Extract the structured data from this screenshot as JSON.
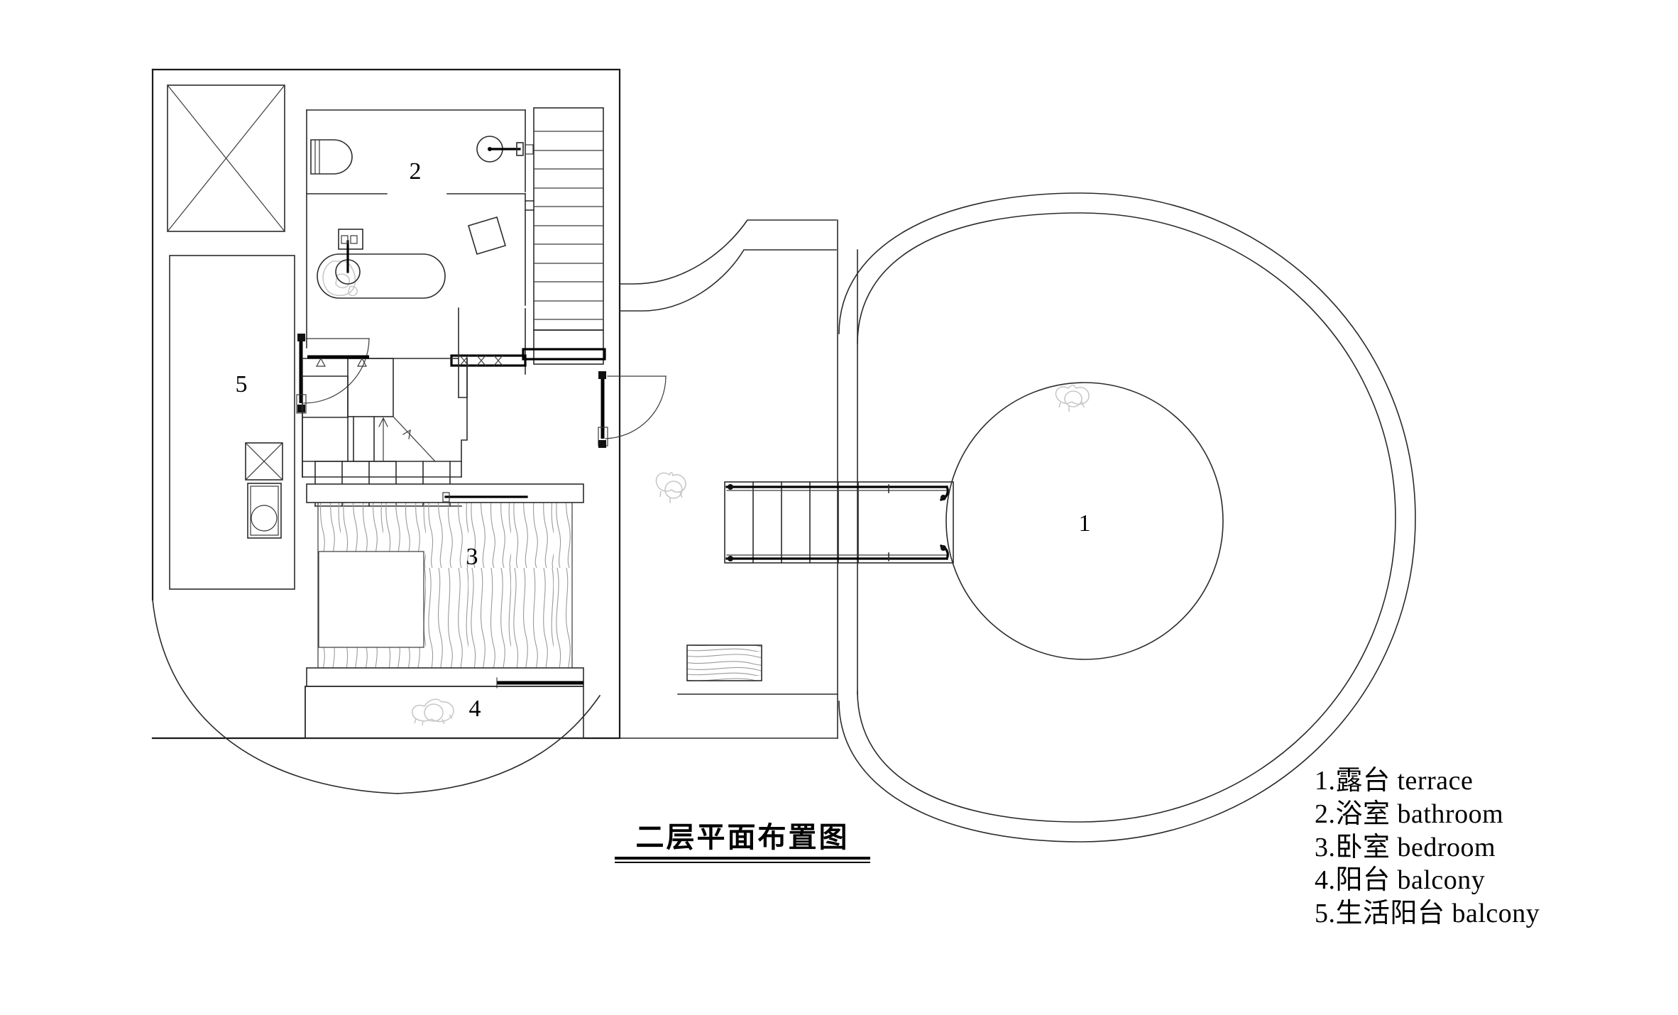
{
  "drawing": {
    "title": "二层平面布置图",
    "title_translation": "Second Floor Layout Plan",
    "sheet_type": "architectural-floor-plan",
    "background_color": "#ffffff",
    "line_color": "#000000"
  },
  "room_numbers": {
    "terrace": "1",
    "bathroom": "2",
    "bedroom": "3",
    "balcony": "4",
    "life_balcony": "5"
  },
  "legend": {
    "items": [
      {
        "num": "1.",
        "cn": "露台",
        "en": "terrace",
        "text": "1.露台 terrace"
      },
      {
        "num": "2.",
        "cn": "浴室",
        "en": "bathroom",
        "text": "2.浴室 bathroom"
      },
      {
        "num": "3.",
        "cn": "卧室",
        "en": "bedroom",
        "text": "3.卧室 bedroom"
      },
      {
        "num": "4.",
        "cn": "阳台",
        "en": "balcony",
        "text": "4.阳台 balcony"
      },
      {
        "num": "5.",
        "cn": "生活阳台",
        "en": "balcony",
        "text": "5.生活阳台 balcony"
      }
    ]
  },
  "fixtures": {
    "toilet": "toilet-fixture",
    "bathtub": "bathtub-fixture",
    "washbasin": "washbasin-fixture",
    "sink_round": "round-sink-fixture",
    "washing_machine": "washing-machine-fixture",
    "utility_sink": "utility-sink-fixture",
    "bed": "bed-fixture",
    "stair_main": "main-staircase",
    "stair_internal": "internal-staircase",
    "bridge": "terrace-bridge-walkway",
    "wood_step": "wood-deck-step",
    "skylight_void": "skylight-void-panel"
  },
  "annotations": {
    "up_arrow": "stair-up-direction-arrow"
  }
}
